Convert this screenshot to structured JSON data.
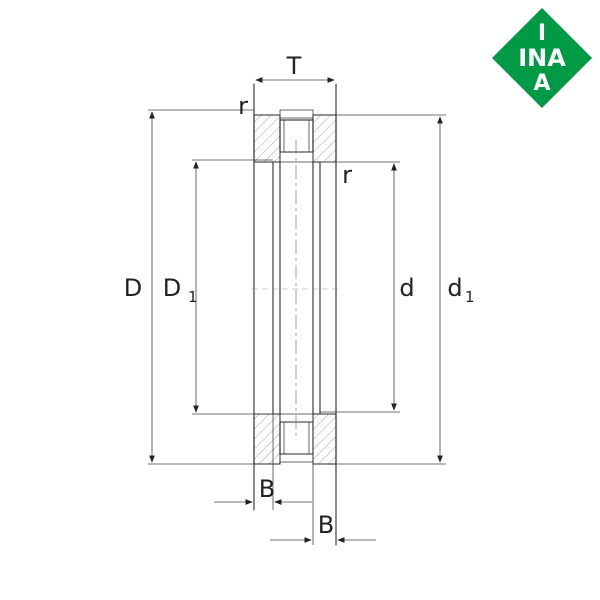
{
  "logo": {
    "text_top": "I",
    "text_mid": "INA",
    "text_bottom": "A",
    "color": "#009a44"
  },
  "labels": {
    "T": "T",
    "r_top": "r",
    "r_inner": "r",
    "D": "D",
    "D1_main": "D",
    "D1_sub": "1",
    "d": "d",
    "d1_main": "d",
    "d1_sub": "1",
    "B_upper": "B",
    "B_lower": "B"
  },
  "line_color": "#2a2a2a"
}
